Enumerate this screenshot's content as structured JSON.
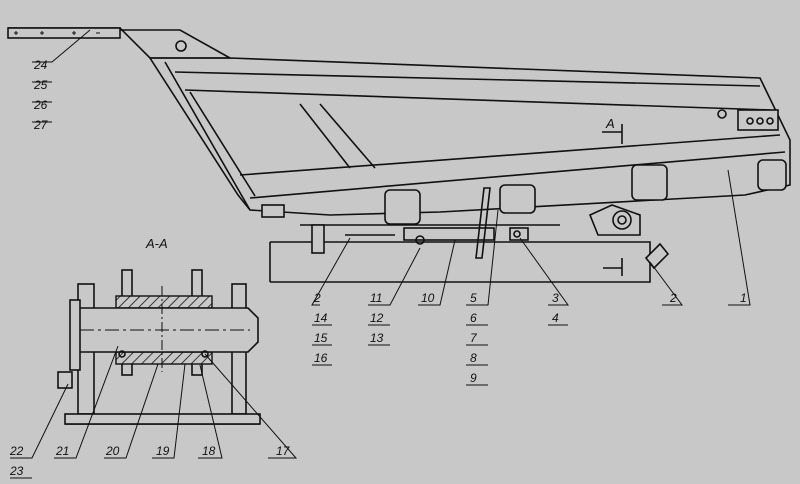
{
  "section_title": "А-А",
  "section_marker": "А",
  "labels": {
    "l1": "1",
    "l2a": "2",
    "l2b": "2",
    "l3": "3",
    "l4": "4",
    "l5": "5",
    "l6": "6",
    "l7": "7",
    "l8": "8",
    "l9": "9",
    "l10": "10",
    "l11": "11",
    "l12": "12",
    "l13": "13",
    "l14": "14",
    "l15": "15",
    "l16": "16",
    "l17": "17",
    "l18": "18",
    "l19": "19",
    "l20": "20",
    "l21": "21",
    "l22": "22",
    "l23": "23",
    "l24": "24",
    "l25": "25",
    "l26": "26",
    "l27": "27"
  }
}
